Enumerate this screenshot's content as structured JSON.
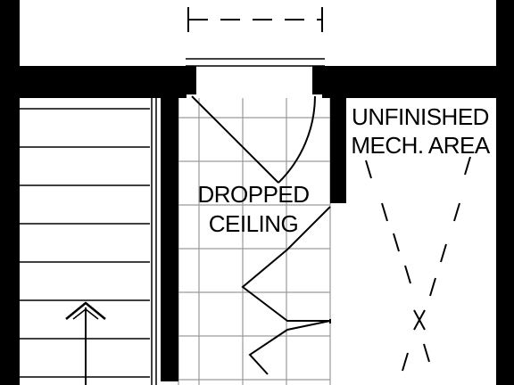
{
  "plan": {
    "labels": {
      "dropped_ceiling_line1": "DROPPED",
      "dropped_ceiling_line2": "CEILING",
      "mech_line1": "UNFINISHED",
      "mech_line2": "MECH. AREA"
    },
    "colors": {
      "wall": "#000000",
      "ceiling_grid": "#9a9a9a",
      "background": "#ffffff"
    },
    "symbols": [
      "stair-up-arrow-icon",
      "light-fixture-x-icon"
    ]
  }
}
